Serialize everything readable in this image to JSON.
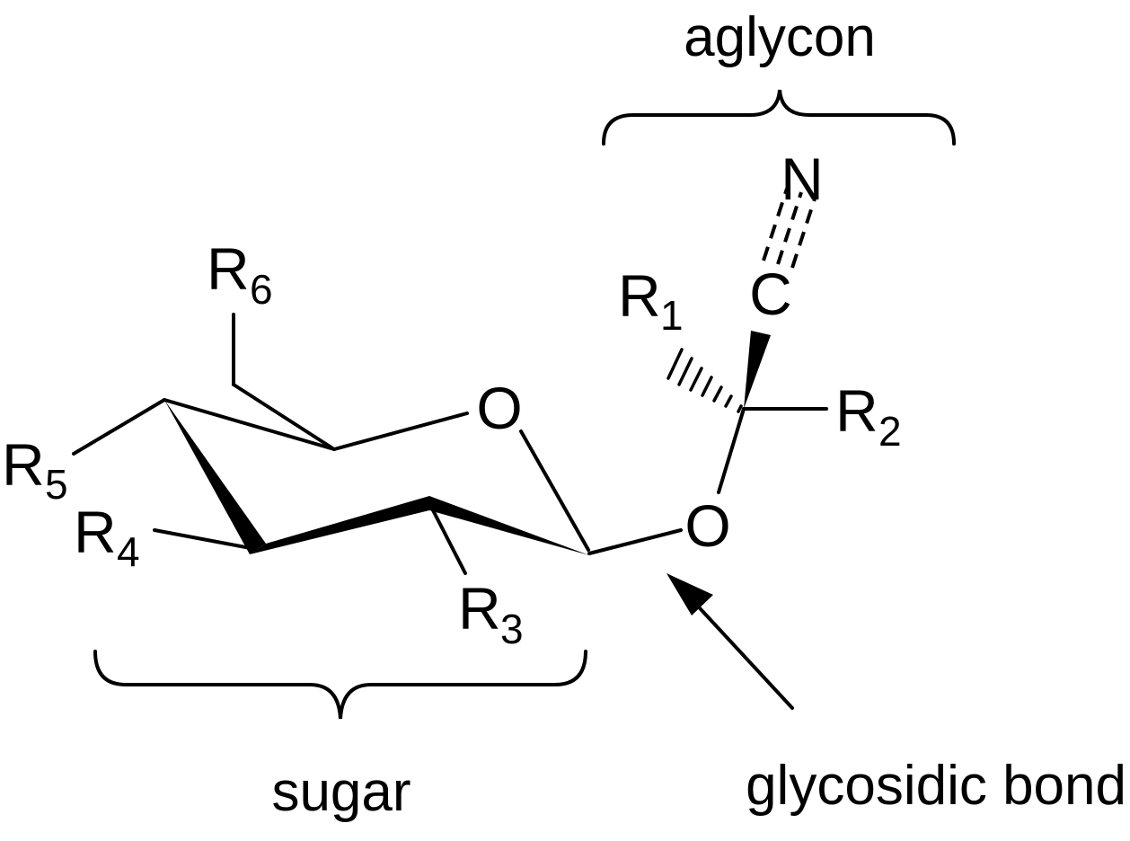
{
  "figure": {
    "labels": {
      "aglycon": "aglycon",
      "sugar": "sugar",
      "glycosidic_bond": "glycosidic bond"
    },
    "atoms": {
      "ring_oxygen": "O",
      "glycosidic_oxygen": "O",
      "nitrile_carbon": "C",
      "nitrile_nitrogen": "N"
    },
    "substituents": [
      {
        "letter": "R",
        "index": "1"
      },
      {
        "letter": "R",
        "index": "2"
      },
      {
        "letter": "R",
        "index": "3"
      },
      {
        "letter": "R",
        "index": "4"
      },
      {
        "letter": "R",
        "index": "5"
      },
      {
        "letter": "R",
        "index": "6"
      }
    ],
    "colors": {
      "ink": "#000000",
      "background": "#ffffff"
    }
  }
}
